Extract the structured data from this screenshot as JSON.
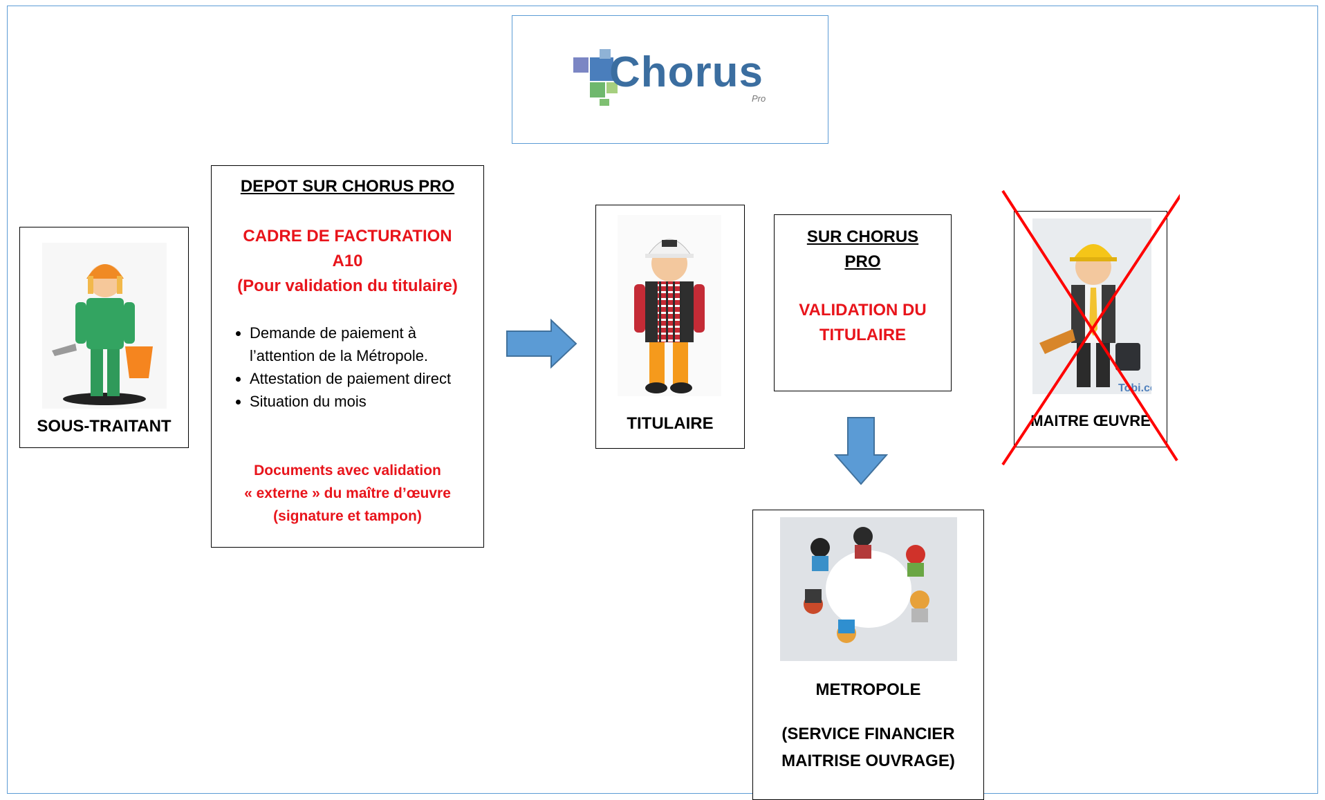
{
  "logo": {
    "brand": "Chorus",
    "sub": "Pro"
  },
  "sous_traitant": {
    "label": "SOUS-TRAITANT"
  },
  "depot": {
    "title": "DEPOT SUR CHORUS PRO",
    "cadre_line1": "CADRE DE FACTURATION",
    "cadre_line2": "A10",
    "cadre_line3": "(Pour validation du titulaire)",
    "items": [
      "Demande de paiement à l’attention de la Métropole.",
      "Attestation de paiement direct",
      "Situation du mois"
    ],
    "note_line1": "Documents avec validation",
    "note_line2": "« externe » du maître d’œuvre",
    "note_line3": "(signature et tampon)"
  },
  "titulaire": {
    "label": "TITULAIRE"
  },
  "sur_chorus": {
    "title_line1": "SUR CHORUS",
    "title_line2": "PRO",
    "validation_line1": "VALIDATION DU",
    "validation_line2": "TITULAIRE"
  },
  "maitre_oeuvre": {
    "label": "MAITRE ŒUVRE",
    "watermark": "Tobi.co"
  },
  "metropole": {
    "label": "METROPOLE",
    "sub_line1": "(SERVICE FINANCIER",
    "sub_line2": "MAITRISE OUVRAGE)"
  },
  "colors": {
    "arrow": "#5b9bd5",
    "accent_red": "#e8141b",
    "frame": "#5b9bd5"
  }
}
